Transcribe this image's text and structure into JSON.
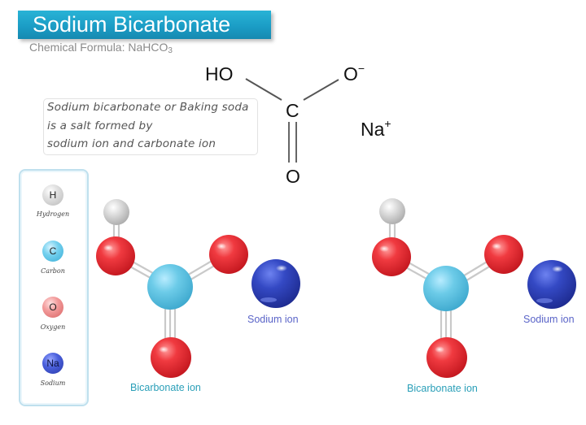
{
  "header": {
    "title": "Sodium Bicarbonate",
    "formula_prefix": "Chemical Formula: NaHCO",
    "formula_subscript": "3"
  },
  "note": {
    "lines": [
      "Sodium bicarbonate or Baking soda",
      "is a salt formed by",
      "sodium ion and carbonate ion"
    ]
  },
  "structural_formula": {
    "hydroxyl": "HO",
    "oxide": "O",
    "oxide_charge": "−",
    "carbon": "C",
    "carbonyl_oxygen": "O",
    "sodium": "Na",
    "sodium_charge": "+"
  },
  "legend": {
    "items": [
      {
        "symbol": "H",
        "label": "Hydrogen",
        "color": "#cfcfcf"
      },
      {
        "symbol": "C",
        "label": "Carbon",
        "color": "#5cc3e3"
      },
      {
        "symbol": "O",
        "label": "Oxygen",
        "color": "#ee7b7b"
      },
      {
        "symbol": "Na",
        "label": "Sodium",
        "color": "#3c52cc"
      }
    ]
  },
  "models": [
    {
      "bicarbonate_label": "Bicarbonate ion",
      "sodium_label": "Sodium ion"
    },
    {
      "bicarbonate_label": "Bicarbonate ion",
      "sodium_label": "Sodium ion"
    }
  ],
  "colors": {
    "banner": "#1fa6cf",
    "hydrogen": "#d8d8d8",
    "carbon": "#62c8e6",
    "oxygen": "#e8262e",
    "sodium": "#2f45c0",
    "bicarbonate_label": "#2a9fb8",
    "sodium_label": "#5a64c8"
  }
}
